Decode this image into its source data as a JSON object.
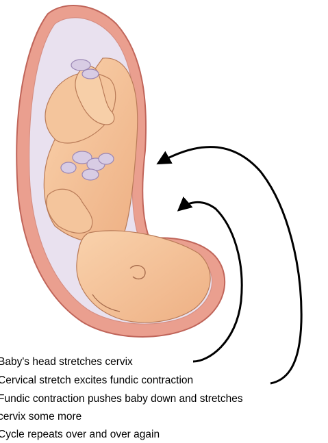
{
  "caption": {
    "line1": "Baby's head stretches cervix",
    "line2": "Cervical stretch excites fundic contraction",
    "line3": "Fundic contraction pushes baby down and stretches",
    "line4": "cervix some more",
    "line5": "Cycle repeats over and over again"
  },
  "colors": {
    "uterus_wall": "#e89a8a",
    "uterus_outline": "#c0655a",
    "amniotic_fluid": "#e8e0ee",
    "skin": "#f5c49a",
    "skin_shadow": "#e7a57a",
    "cord": "#c8b8d8",
    "arrow": "#000000"
  },
  "icons": {
    "illustration": "fetus-in-uterus-illustration",
    "arrows": "feedback-loop-arrow-icon"
  }
}
